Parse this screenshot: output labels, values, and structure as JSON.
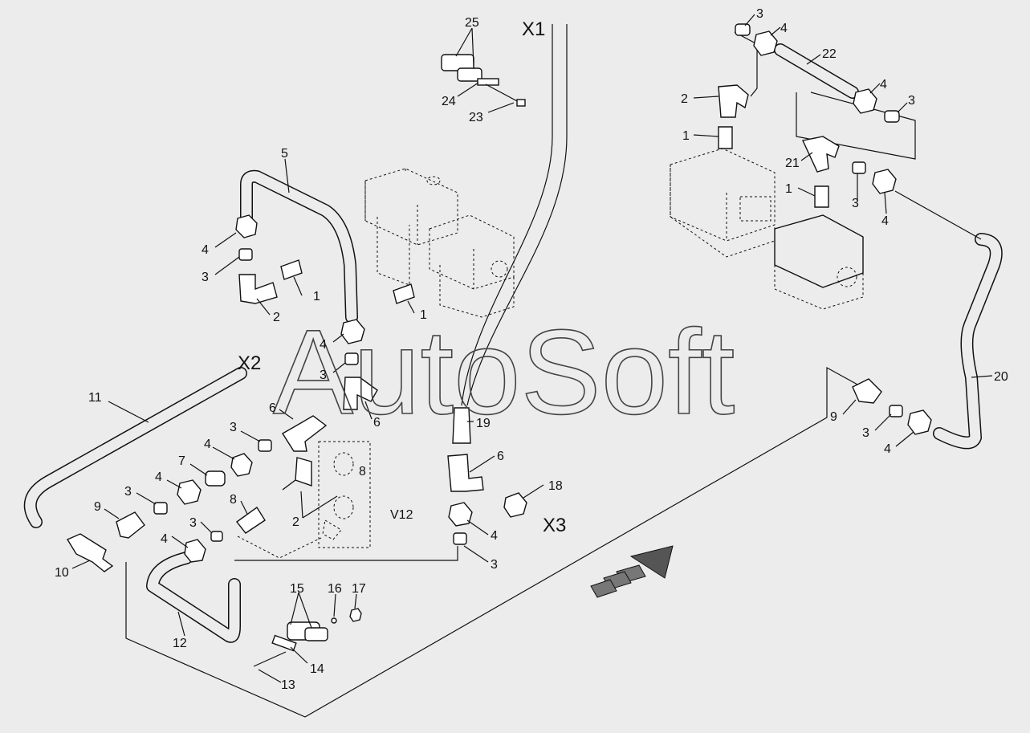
{
  "watermark": "AutoSoft",
  "views": {
    "x1": "X1",
    "x2": "X2",
    "x3": "X3",
    "v12": "V12"
  },
  "callouts": [
    {
      "id": "c25",
      "text": "25"
    },
    {
      "id": "c24",
      "text": "24"
    },
    {
      "id": "c23",
      "text": "23"
    },
    {
      "id": "c5",
      "text": "5"
    },
    {
      "id": "c4a",
      "text": "4"
    },
    {
      "id": "c3a",
      "text": "3"
    },
    {
      "id": "c1a",
      "text": "1"
    },
    {
      "id": "c2a",
      "text": "2"
    },
    {
      "id": "c1b",
      "text": "1"
    },
    {
      "id": "c4b",
      "text": "4"
    },
    {
      "id": "c3b",
      "text": "3"
    },
    {
      "id": "c6a",
      "text": "6"
    },
    {
      "id": "c6b",
      "text": "6"
    },
    {
      "id": "c11",
      "text": "11"
    },
    {
      "id": "c3c",
      "text": "3"
    },
    {
      "id": "c4c",
      "text": "4"
    },
    {
      "id": "c7",
      "text": "7"
    },
    {
      "id": "c8a",
      "text": "8"
    },
    {
      "id": "c4d",
      "text": "4"
    },
    {
      "id": "c3d",
      "text": "3"
    },
    {
      "id": "c9a",
      "text": "9"
    },
    {
      "id": "c8b",
      "text": "8"
    },
    {
      "id": "c2b",
      "text": "2"
    },
    {
      "id": "c3e",
      "text": "3"
    },
    {
      "id": "c4e",
      "text": "4"
    },
    {
      "id": "c10",
      "text": "10"
    },
    {
      "id": "c12",
      "text": "12"
    },
    {
      "id": "c19",
      "text": "19"
    },
    {
      "id": "c6c",
      "text": "6"
    },
    {
      "id": "c18",
      "text": "18"
    },
    {
      "id": "c4f",
      "text": "4"
    },
    {
      "id": "c3f",
      "text": "3"
    },
    {
      "id": "c15",
      "text": "15"
    },
    {
      "id": "c16",
      "text": "16"
    },
    {
      "id": "c17",
      "text": "17"
    },
    {
      "id": "c14",
      "text": "14"
    },
    {
      "id": "c13",
      "text": "13"
    },
    {
      "id": "c3g",
      "text": "3"
    },
    {
      "id": "c4g",
      "text": "4"
    },
    {
      "id": "c22",
      "text": "22"
    },
    {
      "id": "c4h",
      "text": "4"
    },
    {
      "id": "c3h",
      "text": "3"
    },
    {
      "id": "c2c",
      "text": "2"
    },
    {
      "id": "c1c",
      "text": "1"
    },
    {
      "id": "c21",
      "text": "21"
    },
    {
      "id": "c1d",
      "text": "1"
    },
    {
      "id": "c3i",
      "text": "3"
    },
    {
      "id": "c4i",
      "text": "4"
    },
    {
      "id": "c20",
      "text": "20"
    },
    {
      "id": "c9b",
      "text": "9"
    },
    {
      "id": "c3j",
      "text": "3"
    },
    {
      "id": "c4j",
      "text": "4"
    }
  ]
}
